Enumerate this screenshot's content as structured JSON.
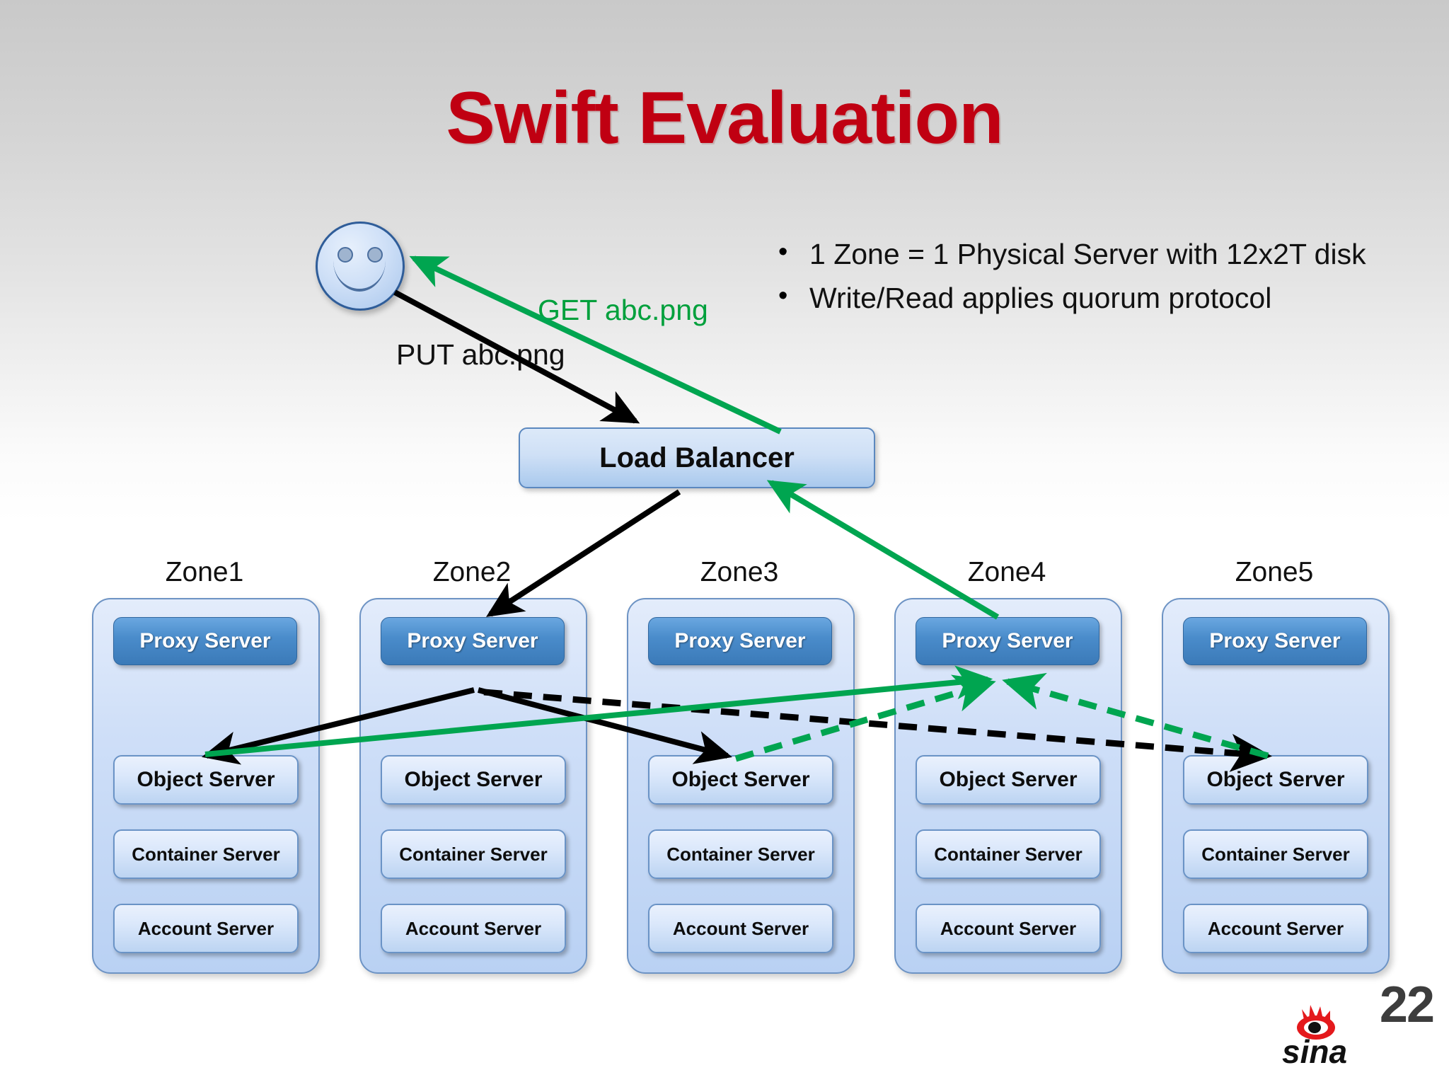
{
  "slide": {
    "title": "Swift Evaluation",
    "page_number": "22",
    "title_color": "#c00012",
    "accent_green": "#00a03c",
    "proxy_blue": "#3b7ab8"
  },
  "bullets": [
    {
      "marker": "•",
      "text": "1 Zone = 1 Physical Server with 12x2T disk"
    },
    {
      "marker": "•",
      "text": "Write/Read applies quorum protocol"
    }
  ],
  "flow_labels": {
    "get": "GET abc.png",
    "put": "PUT abc.png"
  },
  "load_balancer": {
    "label": "Load Balancer"
  },
  "zones": [
    {
      "label": "Zone1",
      "services": [
        {
          "name": "Proxy Server"
        },
        {
          "name": "Object Server"
        },
        {
          "name": "Container Server"
        },
        {
          "name": "Account Server"
        }
      ]
    },
    {
      "label": "Zone2",
      "services": [
        {
          "name": "Proxy Server"
        },
        {
          "name": "Object Server"
        },
        {
          "name": "Container Server"
        },
        {
          "name": "Account Server"
        }
      ]
    },
    {
      "label": "Zone3",
      "services": [
        {
          "name": "Proxy Server"
        },
        {
          "name": "Object Server"
        },
        {
          "name": "Container Server"
        },
        {
          "name": "Account Server"
        }
      ]
    },
    {
      "label": "Zone4",
      "services": [
        {
          "name": "Proxy Server"
        },
        {
          "name": "Object Server"
        },
        {
          "name": "Container Server"
        },
        {
          "name": "Account Server"
        }
      ]
    },
    {
      "label": "Zone5",
      "services": [
        {
          "name": "Proxy Server"
        },
        {
          "name": "Object Server"
        },
        {
          "name": "Container Server"
        },
        {
          "name": "Account Server"
        }
      ]
    }
  ],
  "logo": {
    "name": "sina-logo",
    "wordmark": "sina"
  }
}
